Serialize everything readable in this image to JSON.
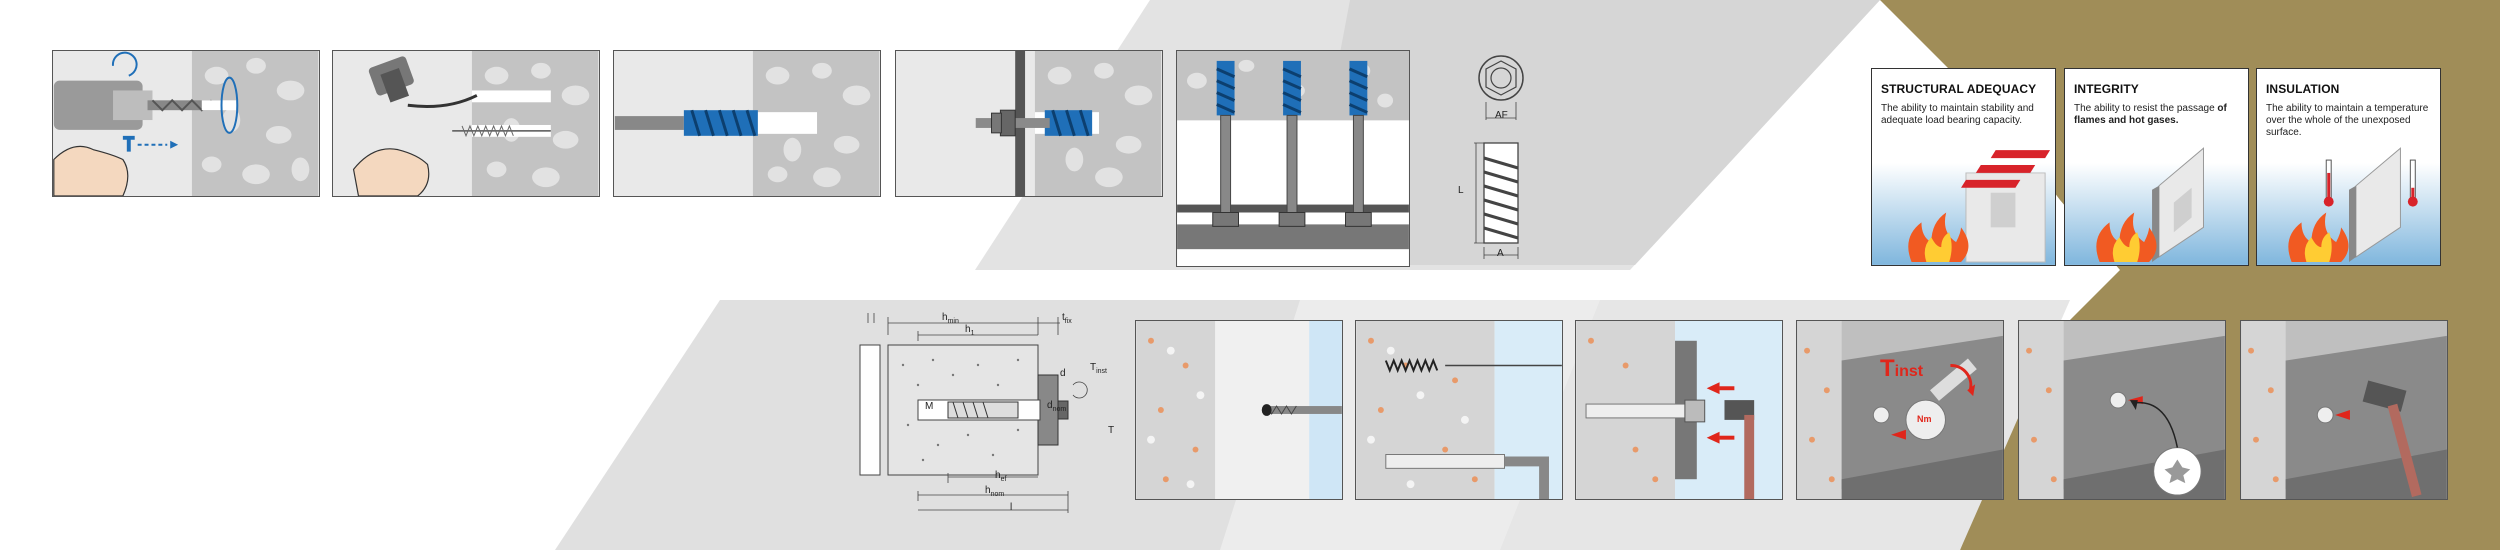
{
  "cards": [
    {
      "title": "STRUCTURAL ADEQUACY",
      "desc_plain": "The ability to maintain stability and adequate load bearing capacity.",
      "desc_bold": ""
    },
    {
      "title": "INTEGRITY",
      "desc_plain": "The ability to resist the passage ",
      "desc_bold": "of flames and hot gases."
    },
    {
      "title": "INSULATION",
      "desc_plain": "The ability to maintain a temperature over the whole of the unexposed surface.",
      "desc_bold": ""
    }
  ],
  "anchor_labels": {
    "af": "AF",
    "l": "L",
    "a": "A"
  },
  "drawing_labels": {
    "hmin": "h",
    "hmin_sub": "min",
    "h1": "h",
    "h1_sub": "1",
    "tfix": "t",
    "tfix_sub": "fix",
    "tinst": "T",
    "tinst_sub": "inst",
    "d": "d",
    "dnom": "d",
    "dnom_sub": "nom",
    "m": "M",
    "t": "T",
    "hef": "h",
    "hef_sub": "ef",
    "hnom": "h",
    "hnom_sub": "nom",
    "l": "l"
  },
  "step_labels": {
    "tinst_big": "T",
    "tinst_big_sub": "inst",
    "nm": "Nm"
  },
  "colors": {
    "blue": "#1f6fb8",
    "red": "#e0261b",
    "gold": "#a08d58",
    "concrete": "#c9c9c9",
    "steel": "#777777"
  }
}
